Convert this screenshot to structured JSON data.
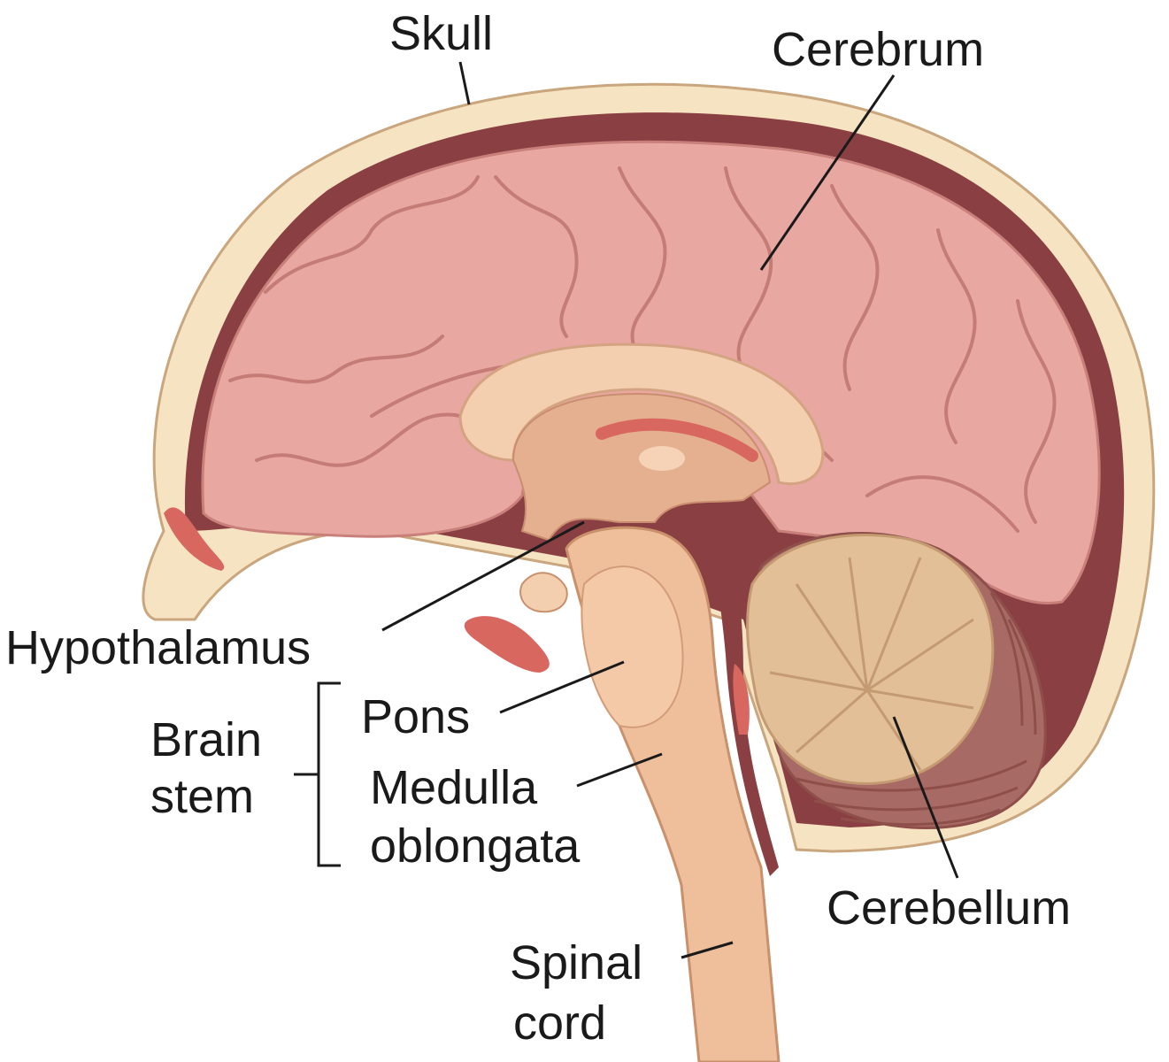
{
  "labels": {
    "skull": "Skull",
    "cerebrum": "Cerebrum",
    "hypothalamus": "Hypothalamus",
    "brain_stem_line1": "Brain",
    "brain_stem_line2": "stem",
    "pons": "Pons",
    "medulla_line1": "Medulla",
    "medulla_line2": "oblongata",
    "cerebellum": "Cerebellum",
    "spinal_cord_line1": "Spinal",
    "spinal_cord_line2": "cord"
  },
  "colors": {
    "skull_bone": "#f6e3c2",
    "dura_space": "#8a3f42",
    "cerebrum": "#e8a7a1",
    "corpus_callosum": "#f3cfb0",
    "brainstem": "#efbf9c",
    "cerebellum_arbor": "#e3bf98",
    "cerebellum_folia": "#a86a64",
    "vessel": "#d8675f"
  }
}
